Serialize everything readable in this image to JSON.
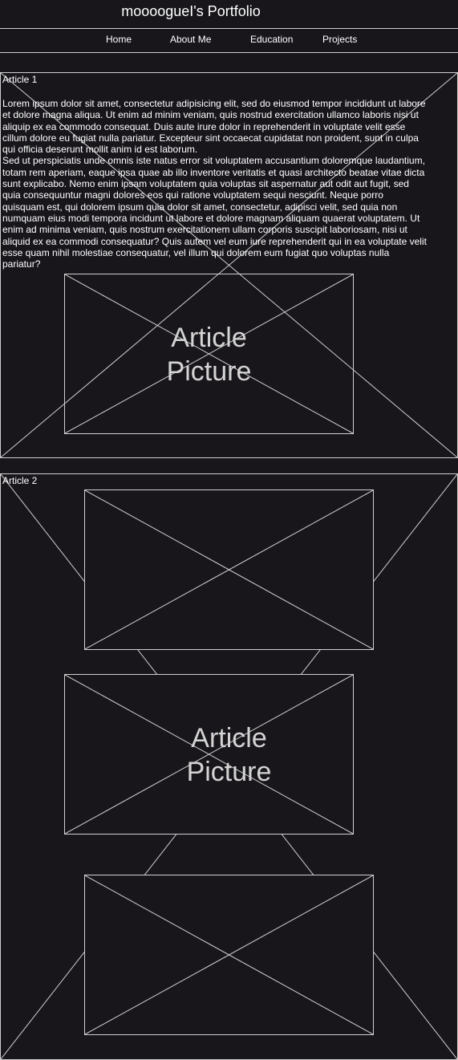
{
  "site": {
    "title": "moooogueI's Portfolio"
  },
  "nav": [
    {
      "label": "Home"
    },
    {
      "label": "About Me"
    },
    {
      "label": "Education"
    },
    {
      "label": "Projects"
    }
  ],
  "articles": [
    {
      "title": "Article 1",
      "paragraphs": [
        "Lorem ipsum dolor sit amet, consectetur adipisicing elit, sed do eiusmod tempor incididunt ut labore et dolore magna aliqua. Ut enim ad minim veniam, quis nostrud exercitation ullamco laboris nisi ut aliquip ex ea commodo consequat. Duis aute irure dolor in reprehenderit in voluptate velit esse cillum dolore eu fugiat nulla pariatur. Excepteur sint occaecat cupidatat non proident, sunt in culpa qui officia deserunt mollit anim id est laborum.",
        "Sed ut perspiciatis unde omnis iste natus error sit voluptatem accusantium doloremque laudantium, totam rem aperiam, eaque ipsa quae ab illo inventore veritatis et quasi architecto beatae vitae dicta sunt explicabo. Nemo enim ipsam voluptatem quia voluptas sit aspernatur aut odit aut fugit, sed quia consequuntur magni dolores eos qui ratione voluptatem sequi nesciunt. Neque porro quisquam est, qui dolorem ipsum quia dolor sit amet, consectetur, adipisci velit, sed quia non numquam eius modi tempora incidunt ut labore et dolore magnam aliquam quaerat voluptatem. Ut enim ad minima veniam, quis nostrum exercitationem ullam corporis suscipit laboriosam, nisi ut aliquid ex ea commodi consequatur? Quis autem vel eum iure reprehenderit qui in ea voluptate velit esse quam nihil molestiae consequatur, vel illum qui dolorem eum fugiat quo voluptas nulla pariatur?"
      ],
      "picture_label_line1": "Article",
      "picture_label_line2": "Picture"
    },
    {
      "title": "Article 2",
      "picture_label_line1": "Article",
      "picture_label_line2": "Picture"
    }
  ],
  "colors": {
    "background": "#18161b",
    "wireframe": "#cfcfcf",
    "text": "#ffffff"
  }
}
